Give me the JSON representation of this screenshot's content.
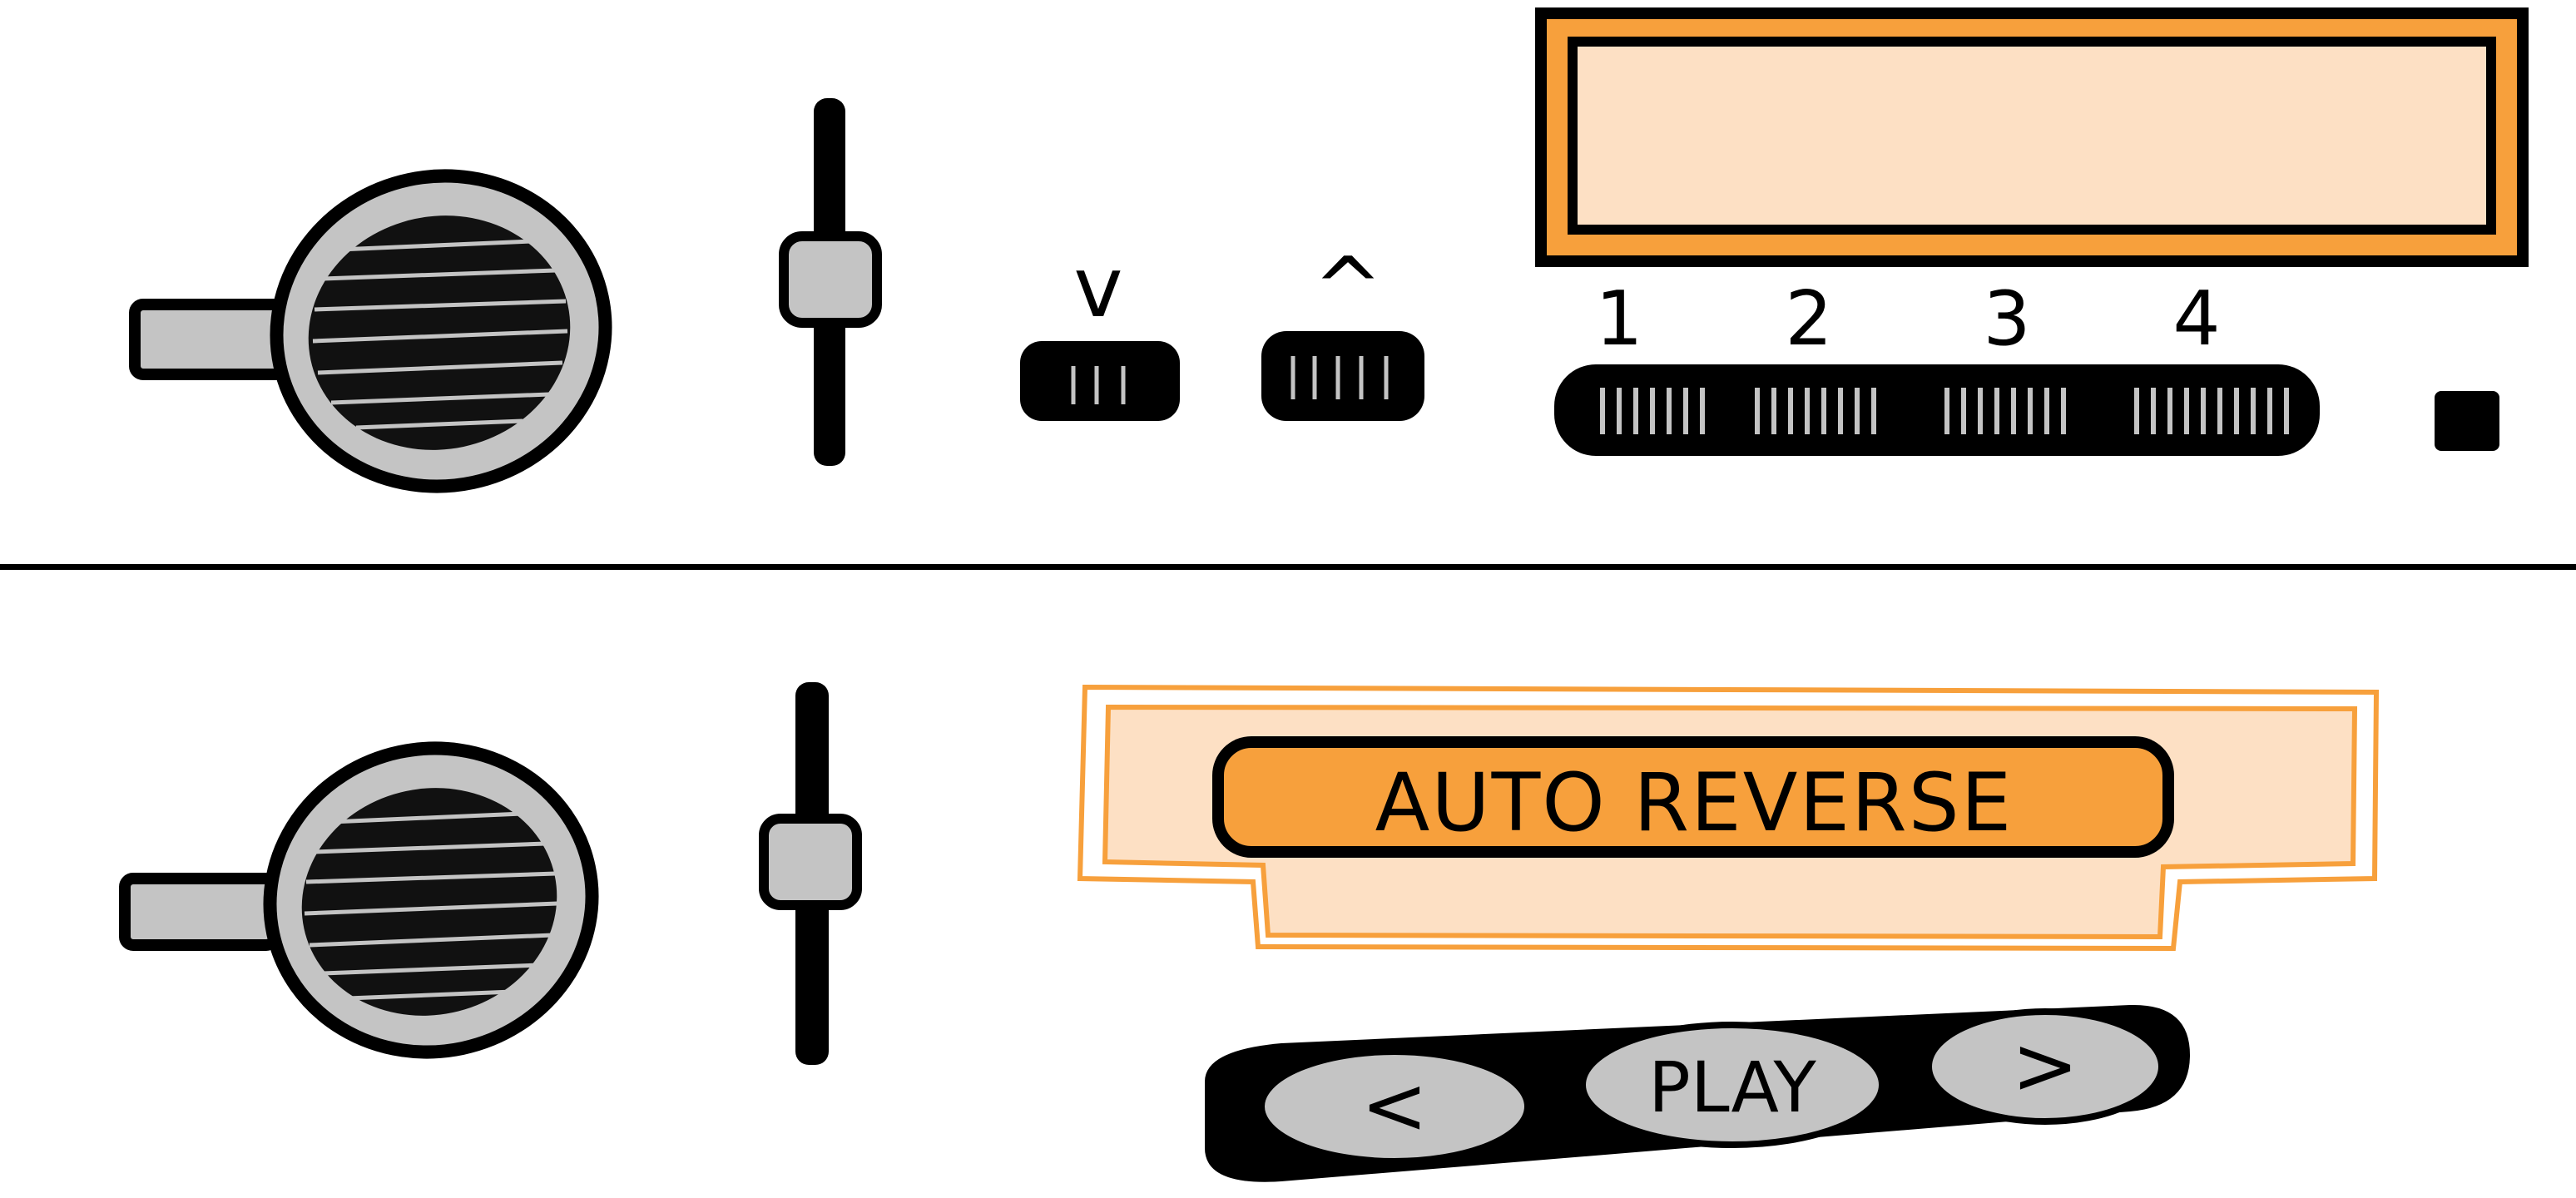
{
  "colors": {
    "ink": "#000000",
    "knob_fill": "#c4c4c4",
    "display_orange": "#f7a03c",
    "display_peach": "#fde0c4",
    "background": "#ffffff"
  },
  "upper_panel": {
    "knob_icon": "volume-knob",
    "slider_icon": "vertical-slider",
    "seek_down_label": "v",
    "seek_up_label": "^",
    "display_text": "",
    "presets": [
      "1",
      "2",
      "3",
      "4"
    ]
  },
  "lower_panel": {
    "knob_icon": "volume-knob",
    "slider_icon": "vertical-slider",
    "display_label": "AUTO REVERSE",
    "transport": {
      "rewind_label": "<",
      "play_label": "PLAY",
      "forward_label": ">"
    }
  }
}
